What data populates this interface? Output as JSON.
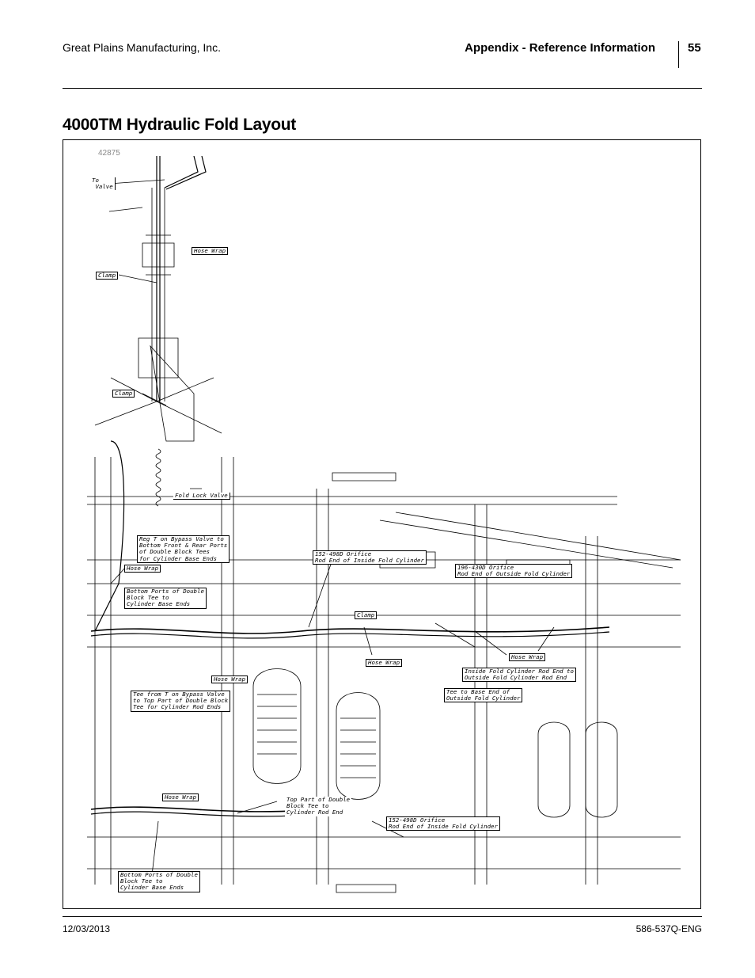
{
  "header": {
    "company": "Great Plains Manufacturing, Inc.",
    "section": "Appendix - Reference Information",
    "page_number": "55"
  },
  "title": "4000TM Hydraulic Fold Layout",
  "figure": {
    "number": "42875",
    "callouts": {
      "to_valve": "To\n Valve",
      "hose_wrap_top": "Hose Wrap",
      "clamp_upper": "Clamp",
      "clamp_lower": "Clamp",
      "fold_lock_valve": "Fold Lock Valve",
      "reg_t_bypass": "Reg T on Bypass Valve to\nBottom Front & Rear Ports\nof Double Block Tees\nfor Cylinder Base Ends",
      "hose_wrap_left1": "Hose Wrap",
      "orifice_152_top": "152-498D Orifice\nRod End of Inside Fold Cylinder",
      "orifice_196": "196-430D Orifice\nRod End of Outside Fold Cylinder",
      "bottom_ports_top": "Bottom Ports of Double\nBlock Tee to\nCylinder Base Ends",
      "clamp_mid": "Clamp",
      "hose_wrap_right": "Hose Wrap",
      "hose_wrap_mid": "Hose Wrap",
      "inside_fold_rod": "Inside Fold Cylinder Rod End to\nOutside Fold Cylinder Rod End",
      "hose_wrap_left2": "Hose Wrap",
      "tee_to_base": "Tee to Base End of\nOutside Fold Cylinder",
      "tee_from_t": "Tee from T on Bypass Valve\nto Top Part of Double Block\nTee for Cylinder Rod Ends",
      "hose_wrap_low": "Hose Wrap",
      "top_part": "Top Part of Double\nBlock Tee to\nCylinder Rod End",
      "orifice_152_bottom": "152-498D Orifice\nRod End of Inside Fold Cylinder",
      "bottom_ports_bottom": "Bottom Ports of Double\nBlock Tee to\nCylinder Base Ends"
    }
  },
  "footer": {
    "date": "12/03/2013",
    "doc_number": "586-537Q-ENG"
  }
}
